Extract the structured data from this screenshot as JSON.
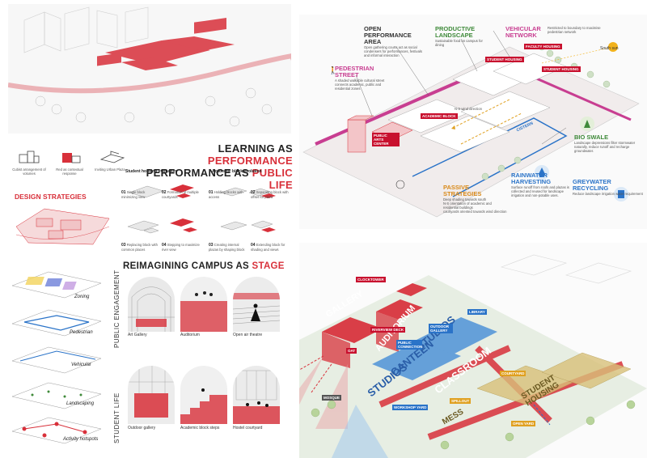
{
  "top_left": {
    "title_line1_a": "LEARNING AS ",
    "title_line1_b": "PERFORMANCE",
    "title_line2_a": "PERFORMANCE AS ",
    "title_line2_b": "PUBLIC LIFE",
    "concepts": [
      "Cubist arrangement of volumes",
      "Red as contextual response",
      "Inviting Urban Plaza"
    ],
    "design_strategies": "DESIGN STRATEGIES",
    "student_housing_evolution": "Student housing evolution",
    "academic_block_evolution": "Academic block evolution",
    "steps_housing": [
      {
        "n": "01",
        "t": "Single block minimizing view"
      },
      {
        "n": "02",
        "t": "Formation of multiple courtyards"
      },
      {
        "n": "03",
        "t": "Replacing block with common places"
      },
      {
        "n": "04",
        "t": "Stepping to maximize river view"
      }
    ],
    "steps_academic": [
      {
        "n": "01",
        "t": "Holding blocks with access"
      },
      {
        "n": "02",
        "t": "Separating block with offset for plaza"
      },
      {
        "n": "03",
        "t": "Creating internal plazas by shaping block"
      },
      {
        "n": "04",
        "t": "Extending block for shading and views"
      }
    ],
    "stage_title_a": "REIMAGINING CAMPUS AS ",
    "stage_title_b": "STAGE",
    "layers": [
      "Zoning",
      "Pedestrian",
      "Vehicular",
      "Landscaping",
      "Activity hotspots"
    ],
    "public_engagement": "PUBLIC ENGAGEMENT",
    "student_life": "STUDENT LIFE",
    "photos_row1": [
      "Art Gallery",
      "Auditorium",
      "Open air theatre"
    ],
    "photos_row2": [
      "Outdoor gallery",
      "Academic block steps",
      "Hostel courtyard"
    ]
  },
  "top_right": {
    "open_performance": {
      "title": "OPEN PERFORMANCE AREA",
      "text": "Open gathering courts act as social condensers for performances, festivals and informal interaction"
    },
    "productive": {
      "title": "PRODUCTIVE LANDSCAPE",
      "text": "Sustainable food on campus for dining"
    },
    "vehicular": {
      "title": "VEHICULAR NETWORK",
      "text": "Restricted to boundary to maximise pedestrian network"
    },
    "pedestrian": {
      "title": "PEDESTRIAN STREET",
      "text": "A shaded walkable cultural street connects academic, public and residential zones"
    },
    "south_sun": "South sun",
    "ns_wind": "N-S wind direction",
    "cistern": "CISTERN",
    "bio_swale": {
      "title": "BIO SWALE",
      "text": "Landscape depressions filter stormwater naturally, reduce runoff and recharge groundwater."
    },
    "rainwater": {
      "title": "RAINWATER HARVESTING",
      "text": "Surface runoff from roofs and plazas is collected and reused for landscape irrigation and non-potable uses."
    },
    "greywater": {
      "title": "GREYWATER RECYCLING",
      "text": "Reduce landscape irrigation water requirement"
    },
    "passive": {
      "title": "PASSIVE STRATEGIES",
      "lines": [
        "Deep shading towards south",
        "N-S orientation of academic and residential buildings",
        "courtyards oriented towards wind direction"
      ]
    },
    "tags": [
      "STUDENT HOUSING",
      "FACULTY HOUSING",
      "STUDENT HOUSING",
      "ACADEMIC BLOCK",
      "PUBLIC ARTS CENTER"
    ]
  },
  "bottom_right": {
    "gallery": "GALLERY",
    "auditorium": "AUDITORIUM",
    "studios1": "STUDIOS",
    "canteen": "CANTEEN",
    "classroom": "CLASSROOM",
    "studios2": "STUDIOS",
    "student_housing": "STUDENT HOUSING",
    "mess": "MESS",
    "tags": [
      "CLOCKTOWER",
      "RIVERVIEW DECK",
      "OAT",
      "PUBLIC CONNECTION",
      "OUTDOOR GALLERY",
      "LIBRARY",
      "MOSQUE",
      "WORKSHOP YARD",
      "SPILLOUT",
      "COURTYARD",
      "OPEN YARD"
    ]
  },
  "colors": {
    "accent_red": "#d8303a",
    "blue": "#2a73c8",
    "orange": "#e0a020",
    "green": "#3f8a3a",
    "magenta": "#c83e91"
  }
}
